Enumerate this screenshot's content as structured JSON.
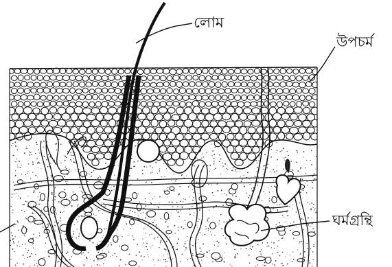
{
  "diagram": {
    "labels": {
      "hair": "লোম",
      "epidermis": "উপচর্ম",
      "sweat_gland": "ঘর্মগ্রন্থি"
    },
    "colors": {
      "ink": "#111111",
      "paper": "#ffffff",
      "stipple": "#444444"
    }
  }
}
